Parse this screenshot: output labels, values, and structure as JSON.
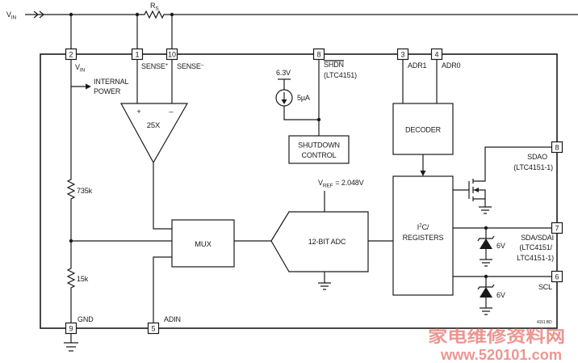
{
  "supply_input": {
    "symbol": "V",
    "subscript": "IN"
  },
  "sense_resistor": {
    "symbol": "R",
    "subscript": "S"
  },
  "pins": {
    "vin": {
      "number": "2",
      "symbol": "V",
      "subscript": "IN"
    },
    "sense_plus": {
      "number": "1",
      "name": "SENSE",
      "superscript": "+"
    },
    "sense_minus": {
      "number": "10",
      "name": "SENSE",
      "superscript": "–"
    },
    "shdn": {
      "number": "8",
      "name": "SHDN",
      "variant": "(LTC4151)"
    },
    "adr1": {
      "number": "3",
      "name": "ADR1"
    },
    "adr0": {
      "number": "4",
      "name": "ADR0"
    },
    "sdao": {
      "number": "8",
      "name": "SDAO",
      "variant": "(LTC4151-1)"
    },
    "sda": {
      "number": "7",
      "name": "SDA/SDAI",
      "variant_lines": [
        "(LTC4151/",
        "LTC4151-1)"
      ]
    },
    "scl": {
      "number": "6",
      "name": "SCL"
    },
    "gnd": {
      "number": "9",
      "name": "GND"
    },
    "adin": {
      "number": "5",
      "name": "ADIN"
    }
  },
  "internal_power_lines": [
    "INTERNAL",
    "POWER"
  ],
  "amplifier": {
    "plus": "+",
    "minus": "–",
    "gain": "25X"
  },
  "divider": {
    "upper": "735k",
    "lower": "15k"
  },
  "mux": {
    "label": "MUX"
  },
  "adc": {
    "label": "12-BIT ADC",
    "vref_symbol": "V",
    "vref_subscript": "REF",
    "vref_value": "= 2.048V"
  },
  "shutdown": {
    "supply": "6.3V",
    "current": "5µA",
    "block_lines": [
      "SHUTDOWN",
      "CONTROL"
    ]
  },
  "decoder": {
    "label": "DECODER"
  },
  "registers": {
    "prefix": "I",
    "superscript": "2",
    "suffix": "C/",
    "line2": "REGISTERS"
  },
  "zener": {
    "upper": "6V",
    "lower": "6V"
  },
  "figure_id": "4151 BD",
  "watermark": {
    "title": "家电维修资料网",
    "url": "www.520101.com"
  },
  "colors": {
    "watermark": "#e0524a"
  }
}
